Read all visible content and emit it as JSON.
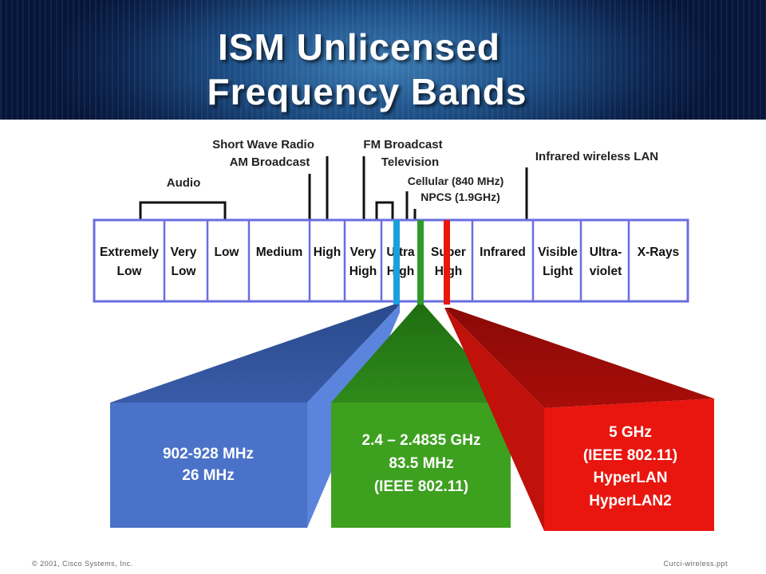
{
  "title": {
    "line1": "ISM Unlicensed",
    "line2": "Frequency Bands"
  },
  "labels": {
    "short_wave_radio": "Short Wave Radio",
    "am_broadcast": "AM Broadcast",
    "audio": "Audio",
    "fm_broadcast": "FM Broadcast",
    "television": "Television",
    "cellular": "Cellular (840 MHz)",
    "npcs": "NPCS (1.9GHz)",
    "infrared_wireless_lan": "Infrared wireless LAN"
  },
  "spectrum": [
    {
      "line1": "Extremely",
      "line2": "Low"
    },
    {
      "line1": "Very",
      "line2": "Low"
    },
    {
      "line1": "Low",
      "line2": ""
    },
    {
      "line1": "Medium",
      "line2": ""
    },
    {
      "line1": "High",
      "line2": ""
    },
    {
      "line1": "Very",
      "line2": "High"
    },
    {
      "line1": "Ultra",
      "line2": "High"
    },
    {
      "line1": "Super",
      "line2": "High"
    },
    {
      "line1": "Infrared",
      "line2": ""
    },
    {
      "line1": "Visible",
      "line2": "Light"
    },
    {
      "line1": "Ultra-",
      "line2": "violet"
    },
    {
      "line1": "X-Rays",
      "line2": ""
    }
  ],
  "bands": {
    "band_900": {
      "line1": "902-928 MHz",
      "line2": "26 MHz",
      "color": "#4a72c8"
    },
    "band_2400": {
      "line1": "2.4 – 2.4835 GHz",
      "line2": "83.5 MHz",
      "line3": "(IEEE 802.11)",
      "color": "#3da01f"
    },
    "band_5000": {
      "line1": "5 GHz",
      "line2": "(IEEE 802.11)",
      "line3": "HyperLAN",
      "line4": "HyperLAN2",
      "color": "#e8160f"
    }
  },
  "footer": {
    "left": "© 2001, Cisco Systems, Inc.",
    "right": "Curci-wireless.ppt"
  }
}
